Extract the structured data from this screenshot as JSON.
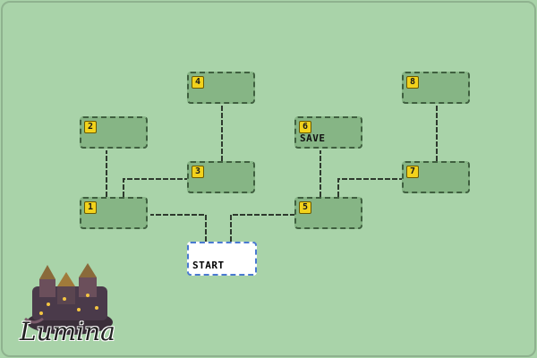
{
  "nodes": {
    "n1": {
      "num": "1"
    },
    "n2": {
      "num": "2"
    },
    "n3": {
      "num": "3"
    },
    "n4": {
      "num": "4"
    },
    "n5": {
      "num": "5"
    },
    "n6": {
      "num": "6",
      "tag": "SAVE"
    },
    "n7": {
      "num": "7"
    },
    "n8": {
      "num": "8"
    },
    "start": {
      "tag": "START"
    }
  },
  "logo": {
    "text": "Lumina"
  },
  "colors": {
    "background": "#a9d3a9",
    "node": "#86b585",
    "badge": "#f2d21c",
    "start_border": "#4a7ad1"
  }
}
